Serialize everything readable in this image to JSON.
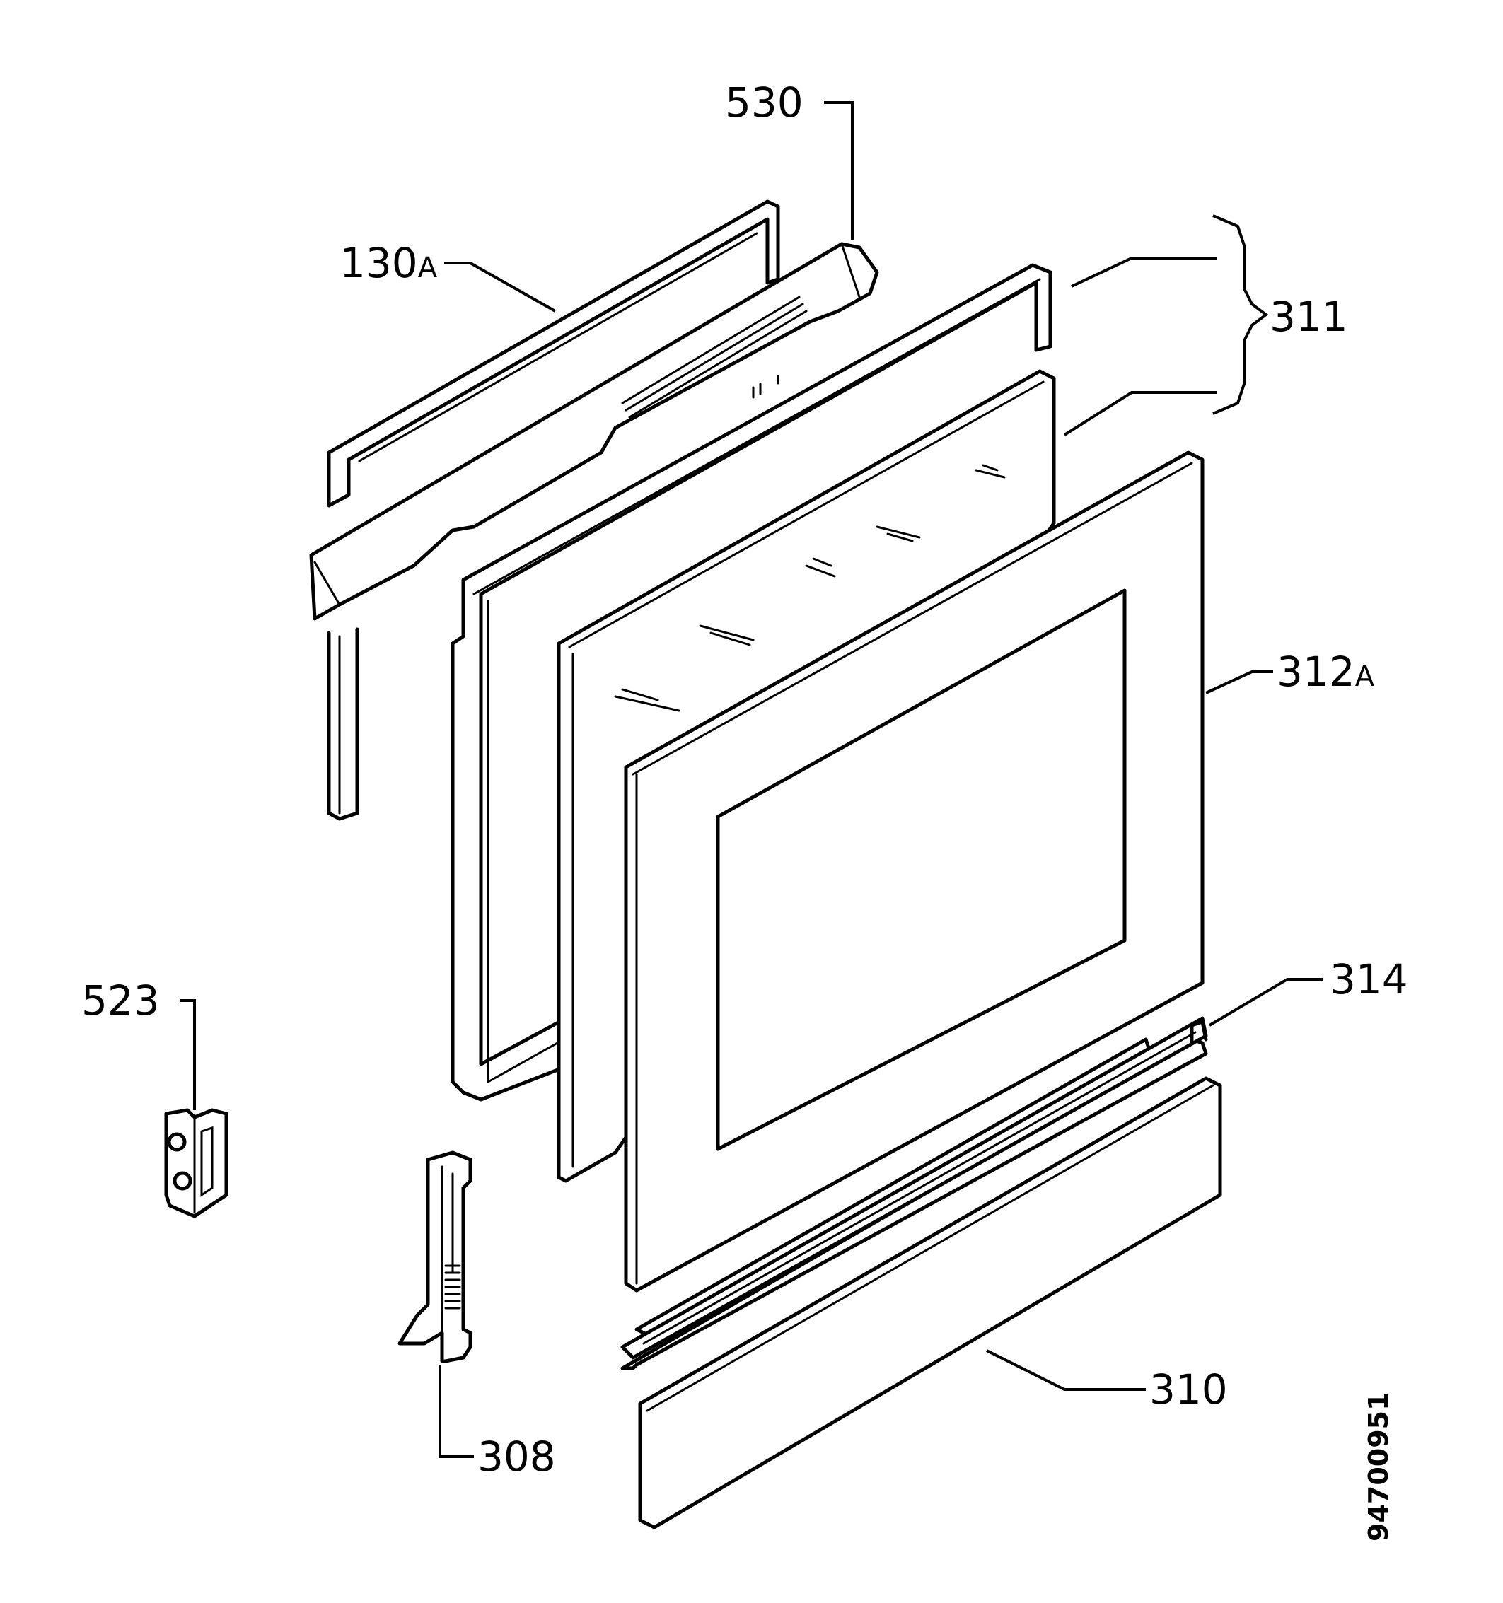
{
  "callouts": {
    "p530": "530",
    "p130": "130",
    "p130_suffix": "A",
    "p311": "311",
    "p312": "312",
    "p312_suffix": "A",
    "p314": "314",
    "p523": "523",
    "p308": "308",
    "p310": "310"
  },
  "document_number": "94700951"
}
